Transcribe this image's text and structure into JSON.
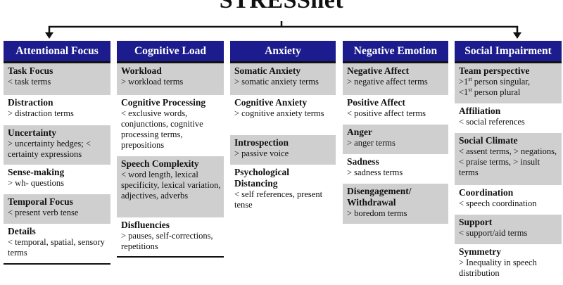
{
  "title": "STRESSnet",
  "columns": [
    {
      "header": "Attentional Focus",
      "items": [
        {
          "h": "Task Focus",
          "d": "< task terms"
        },
        {
          "h": "Distraction",
          "d": "> distraction terms"
        },
        {
          "h": "Uncertainty",
          "d": "> uncertainty hedges; < certainty expressions"
        },
        {
          "h": "Sense-making",
          "d": "> wh- questions"
        },
        {
          "h": "Temporal Focus",
          "d": "< present verb tense"
        },
        {
          "h": "Details",
          "d": "< temporal, spatial, sensory terms"
        }
      ]
    },
    {
      "header": "Cognitive Load",
      "items": [
        {
          "h": "Workload",
          "d": "> workload terms"
        },
        {
          "h": "Cognitive Processing",
          "d": "< exclusive words, conjunctions, cognitive processing terms, prepositions"
        },
        {
          "h": "Speech Complexity",
          "d": "< word length, lexical specificity, lexical variation, adjectives, adverbs"
        },
        {
          "h": "Disfluencies",
          "d": "> pauses, self-corrections, repetitions"
        }
      ]
    },
    {
      "header": "Anxiety",
      "items": [
        {
          "h": "Somatic Anxiety",
          "d": "> somatic anxiety terms"
        },
        {
          "h": "Cognitive Anxiety",
          "d": "> cognitive anxiety terms"
        },
        {
          "h": "Introspection",
          "d": "> passive voice"
        },
        {
          "h": "Psychological Distancing",
          "d": "< self references, present tense"
        }
      ]
    },
    {
      "header": "Negative Emotion",
      "items": [
        {
          "h": "Negative Affect",
          "d": "> negative affect terms"
        },
        {
          "h": "Positive Affect",
          "d": "< positive affect terms"
        },
        {
          "h": "Anger",
          "d": "> anger terms"
        },
        {
          "h": "Sadness",
          "d": "> sadness terms"
        },
        {
          "h": "Disengagement/ Withdrawal",
          "d": "> boredom terms"
        }
      ]
    },
    {
      "header": "Social Impairment",
      "items": [
        {
          "h": "Team perspective",
          "d1a": ">1",
          "d1s": "st",
          "d1b": " person singular,",
          "d2a": "<1",
          "d2s": "st",
          "d2b": " person plural"
        },
        {
          "h": "Affiliation",
          "d": "< social references"
        },
        {
          "h": "Social Climate",
          "d": "< assent terms, > negations, < praise terms, > insult terms"
        },
        {
          "h": "Coordination",
          "d": "<  speech coordination"
        },
        {
          "h": "Support",
          "d": "< support/aid terms"
        },
        {
          "h": "Symmetry",
          "d": "> Inequality in speech distribution"
        }
      ]
    }
  ]
}
